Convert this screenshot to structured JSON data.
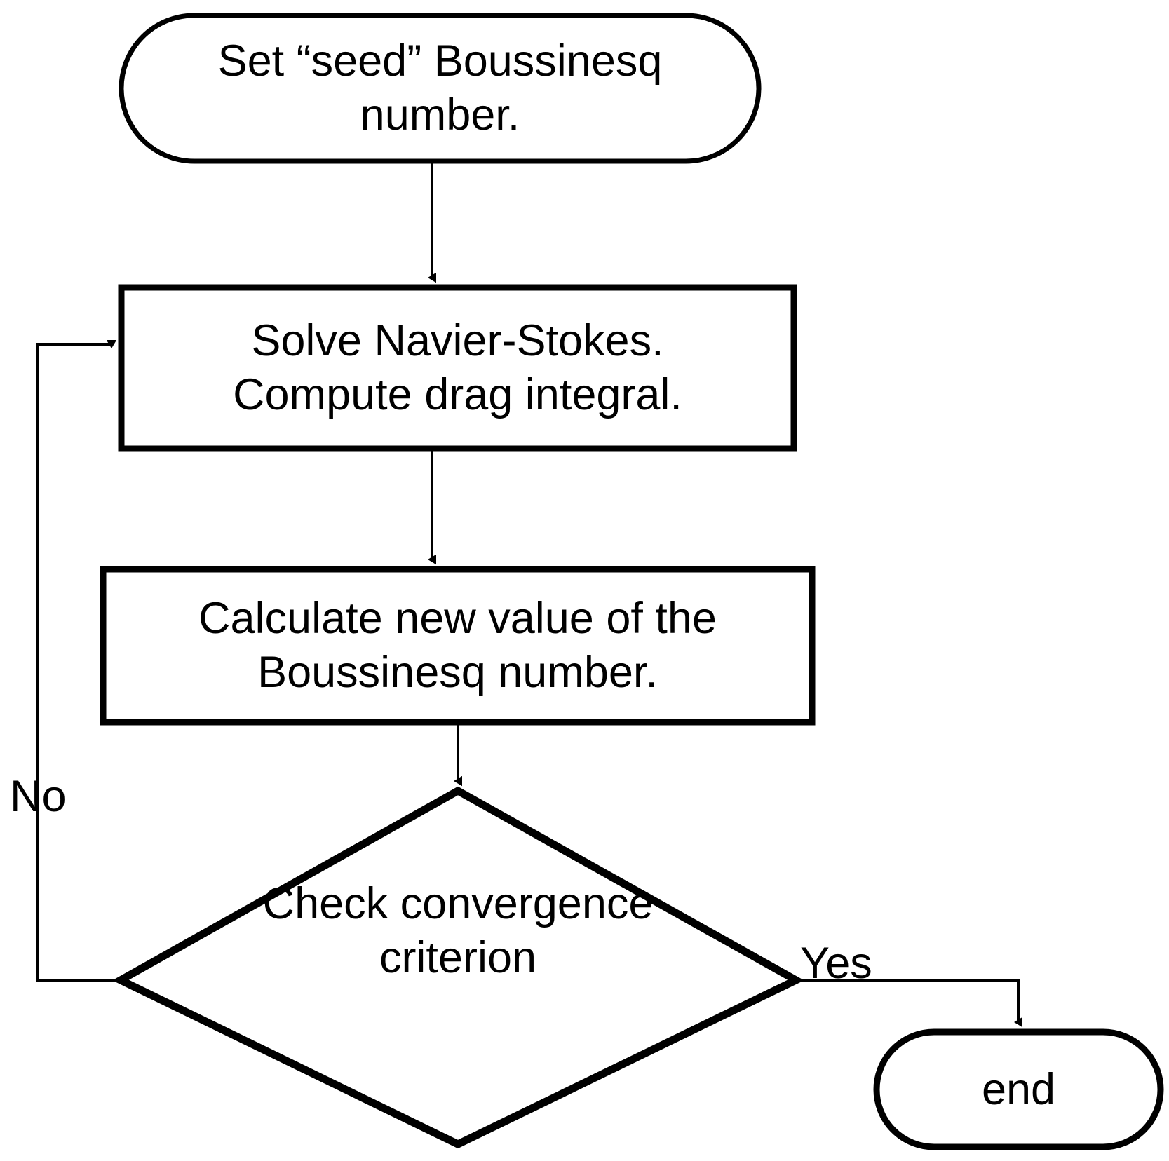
{
  "diagram": {
    "title": "Boussinesq number iterative solution flowchart",
    "background_color": "#ffffff",
    "stroke_color": "#000000",
    "text_color": "#000000",
    "nodes": [
      {
        "id": "start",
        "shape": "stadium",
        "label": "Set “seed” Boussinesq\nnumber."
      },
      {
        "id": "solve",
        "shape": "rectangle",
        "label": "Solve Navier-Stokes.\nCompute drag integral."
      },
      {
        "id": "calculate",
        "shape": "rectangle",
        "label": "Calculate new value of the\nBoussinesq number."
      },
      {
        "id": "check",
        "shape": "diamond",
        "label": "Check convergence\ncriterion"
      },
      {
        "id": "end",
        "shape": "stadium",
        "label": "end"
      }
    ],
    "edges": [
      {
        "id": "start-to-solve",
        "from": "start",
        "to": "solve",
        "label": ""
      },
      {
        "id": "solve-to-calculate",
        "from": "solve",
        "to": "calculate",
        "label": ""
      },
      {
        "id": "calculate-to-check",
        "from": "calculate",
        "to": "check",
        "label": ""
      },
      {
        "id": "check-no-to-solve",
        "from": "check",
        "to": "solve",
        "label": "No"
      },
      {
        "id": "check-yes-to-end",
        "from": "check",
        "to": "end",
        "label": "Yes"
      }
    ]
  }
}
